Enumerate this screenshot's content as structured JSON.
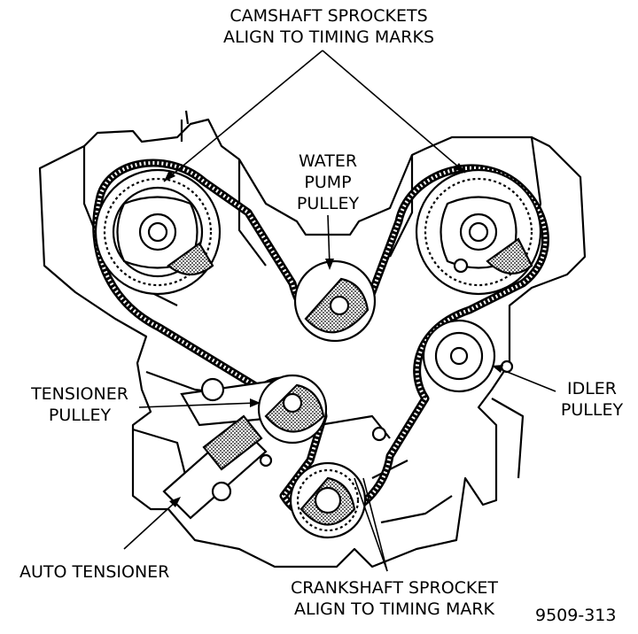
{
  "labels": {
    "camshaft": [
      "CAMSHAFT SPROCKETS",
      "ALIGN TO TIMING MARKS"
    ],
    "water_pump": [
      "WATER",
      "PUMP",
      "PULLEY"
    ],
    "tensioner_pulley": [
      "TENSIONER",
      "PULLEY"
    ],
    "idler_pulley": [
      "IDLER",
      "PULLEY"
    ],
    "auto_tensioner": "AUTO TENSIONER",
    "crankshaft": [
      "CRANKSHAFT SPROCKET",
      "ALIGN TO TIMING MARK"
    ],
    "figure_number": "9509-313"
  },
  "colors": {
    "ink": "#000000",
    "paper": "#ffffff",
    "shade": "#9a9a9a"
  }
}
